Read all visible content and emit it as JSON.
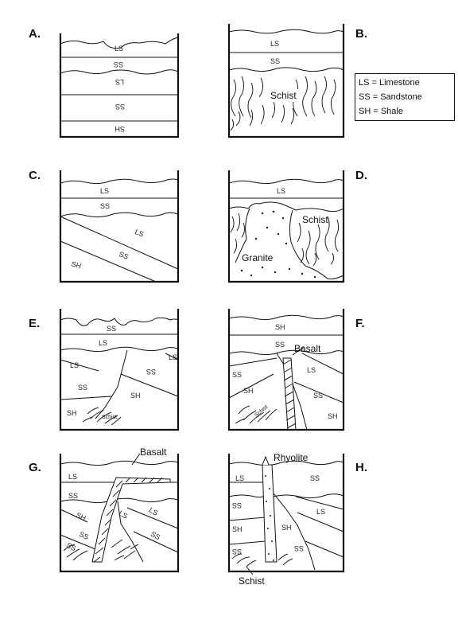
{
  "panels": [
    {
      "id": "A",
      "label": "A."
    },
    {
      "id": "B",
      "label": "B."
    },
    {
      "id": "C",
      "label": "C."
    },
    {
      "id": "D",
      "label": "D."
    },
    {
      "id": "E",
      "label": "E."
    },
    {
      "id": "F",
      "label": "F."
    },
    {
      "id": "G",
      "label": "G."
    },
    {
      "id": "H",
      "label": "H."
    }
  ],
  "layer_labels": {
    "LS": "LS",
    "SS": "SS",
    "SH": "SH",
    "schist_small": "Schist",
    "LS_inverted": "LS",
    "SS_inverted": "SS",
    "SH_inverted": "SH"
  },
  "annotations": {
    "schist": "Schist",
    "granite": "Granite",
    "basalt": "Basalt",
    "rhyolite": "Rhyolite"
  },
  "legend": [
    "LS = Limestone",
    "SS = Sandstone",
    "SH = Shale"
  ],
  "colors": {
    "ink": "#111111",
    "paper": "#ffffff"
  }
}
